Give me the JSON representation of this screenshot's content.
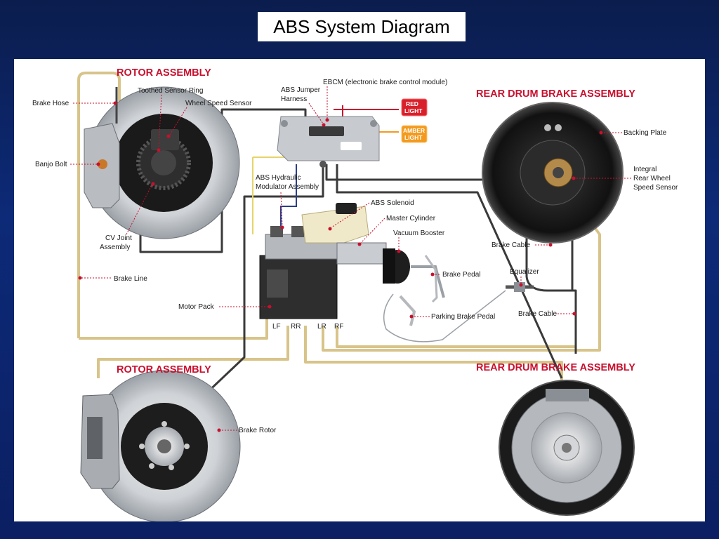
{
  "slide": {
    "title": "ABS System Diagram"
  },
  "headers": {
    "rotor_top": "ROTOR ASSEMBLY",
    "rotor_bottom": "ROTOR ASSEMBLY",
    "rear_top": "REAR DRUM BRAKE ASSEMBLY",
    "rear_bottom": "REAR DRUM BRAKE ASSEMBLY"
  },
  "labels": {
    "brake_hose": "Brake Hose",
    "toothed_ring": "Toothed Sensor Ring",
    "wheel_speed_sensor": "Wheel Speed Sensor",
    "banjo_bolt": "Banjo Bolt",
    "cv_joint_1": "CV Joint",
    "cv_joint_2": "Assembly",
    "brake_line": "Brake Line",
    "abs_jumper_1": "ABS Jumper",
    "abs_jumper_2": "Harness",
    "ebcm": "EBCM (electronic brake control module)",
    "red_light_1": "RED",
    "red_light_2": "LIGHT",
    "amber_light_1": "AMBER",
    "amber_light_2": "LIGHT",
    "abs_hydraulic_1": "ABS Hydraulic",
    "abs_hydraulic_2": "Modulator Assembly",
    "abs_solenoid": "ABS Solenoid",
    "master_cylinder": "Master Cylinder",
    "vacuum_booster": "Vacuum Booster",
    "brake_pedal": "Brake Pedal",
    "motor_pack": "Motor Pack",
    "parking_brake_pedal": "Parking Brake Pedal",
    "lf": "LF",
    "rr": "RR",
    "lr": "LR",
    "rf": "RF",
    "backing_plate": "Backing Plate",
    "integral_1": "Integral",
    "integral_2": "Rear Wheel",
    "integral_3": "Speed Sensor",
    "brake_cable_1": "Brake Cable",
    "equalizer": "Equalizer",
    "brake_cable_2": "Brake Cable",
    "brake_rotor": "Brake Rotor"
  },
  "colors": {
    "accent_red": "#c8102e",
    "brake_line_tan": "#d8c48a",
    "wire_dark": "#3a3a3a",
    "amber": "#f39a1e"
  }
}
